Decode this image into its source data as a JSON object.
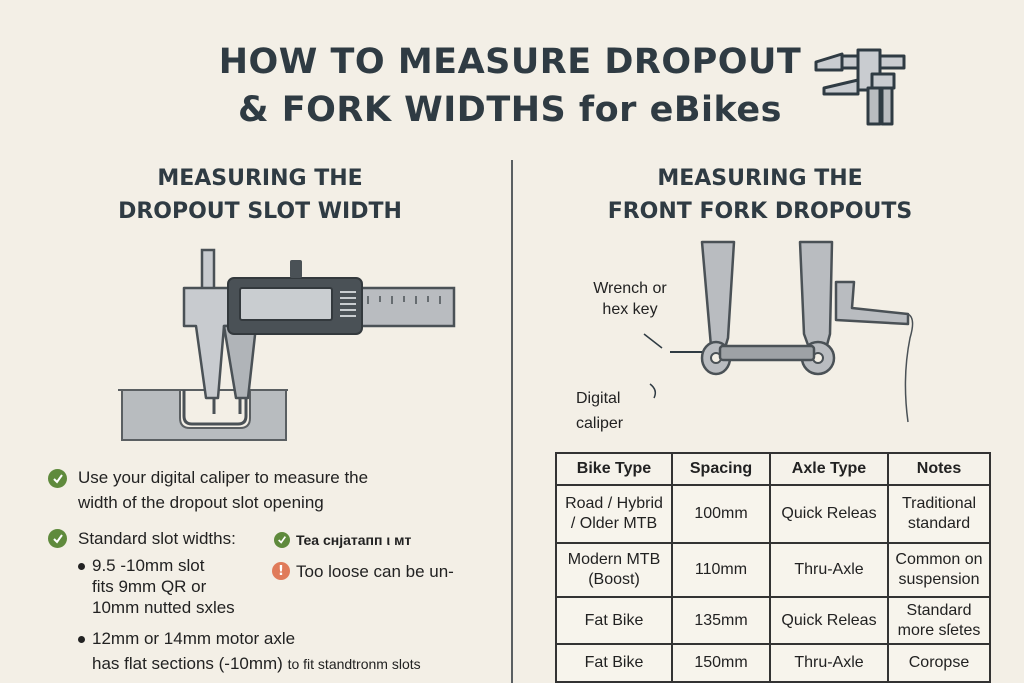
{
  "title": {
    "line1": "HOW TO MEASURE DROPOUT",
    "line2": "& FORK WIDTHS for eBikes"
  },
  "left": {
    "heading_line1": "MEASURING THE",
    "heading_line2": "DROPOUT SLOT WIDTH",
    "item1_line1": "Use your digital caliper to measure the",
    "item1_line2": "width of the dropout slot opening",
    "item2_label": "Standard slot widths:",
    "bullet1_line1": "9.5 -10mm slot",
    "bullet1_line2": "fits 9mm QR or",
    "bullet1_line3": "10mm nutted sxles",
    "side_check": "Tea cнјатапп ι мт",
    "side_warn": "Too loose can be un-",
    "bullet2_line1": "12mm or 14mm motor axle",
    "bullet2_line2": "has flat sections (-10mm)",
    "bullet2_tail": "to fit standtronm slots"
  },
  "right": {
    "heading_line1": "MEASURING THE",
    "heading_line2": "FRONT FORK DROPOUTS",
    "wrench_line1": "Wrench or",
    "wrench_line2": "hex key",
    "caliper_line1": "Digital",
    "caliper_line2": "caliper"
  },
  "table": {
    "headers": [
      "Bike Type",
      "Spacing",
      "Axle Type",
      "Notes"
    ],
    "rows": [
      {
        "bike": [
          "Road / Hybrid",
          "/ Older MTB"
        ],
        "spacing": "100mm",
        "axle": "Quick Releas",
        "notes": [
          "Traditional",
          "standard"
        ]
      },
      {
        "bike": [
          "Modern MTB",
          "(Boost)"
        ],
        "spacing": "110mm",
        "axle": "Thru-Axle",
        "notes": [
          "Common on",
          "suspension"
        ]
      },
      {
        "bike": [
          "Fat Bike"
        ],
        "spacing": "135mm",
        "axle": "Quick Releas",
        "notes": [
          "Standard",
          "more sſetes"
        ]
      },
      {
        "bike": [
          "Fat Bike"
        ],
        "spacing": "150mm",
        "axle": "Thru-Axle",
        "notes": [
          "Coropse"
        ]
      }
    ]
  },
  "icons": {
    "title_icon": "caliper-icon",
    "check": "check-circle-icon",
    "warning": "exclamation-circle-icon"
  },
  "colors": {
    "background": "#f3efe6",
    "text": "#2f3b43",
    "check_green": "#5f8a3c",
    "warning_orange": "#e07b5a",
    "metal": "#b9bcc0",
    "caliper_dark": "#4a5156"
  }
}
